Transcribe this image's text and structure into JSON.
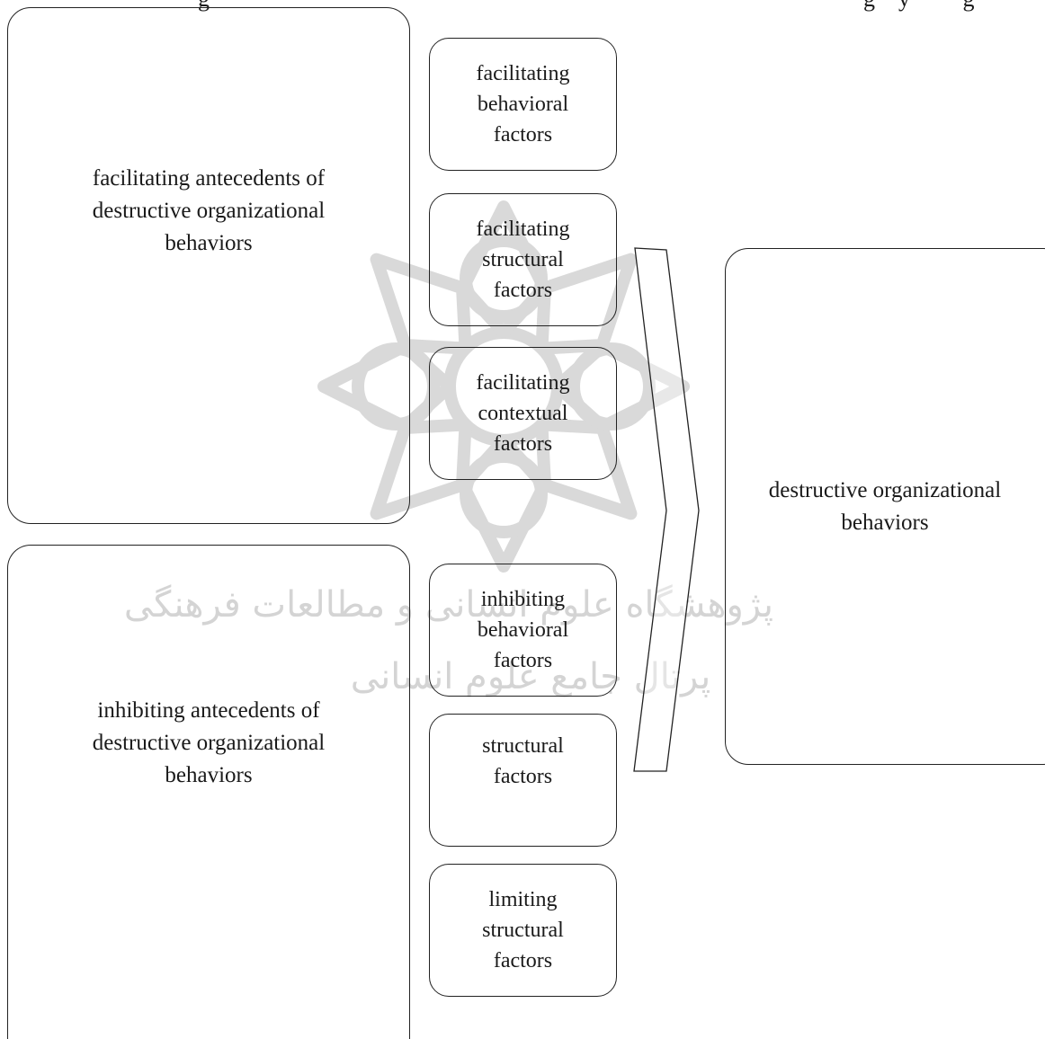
{
  "header_fragment": {
    "left": "g",
    "right": "g    y         g"
  },
  "antecedents": {
    "facilitating": "facilitating antecedents  of\ndestructive organizational\nbehaviors",
    "inhibiting": "inhibiting antecedents of\ndestructive organizational\nbehaviors"
  },
  "factors": [
    "facilitating\nbehavioral\nfactors",
    "facilitating\nstructural\nfactors",
    "facilitating\ncontextual\nfactors",
    "inhibiting\nbehavioral\nfactors",
    "structural\nfactors",
    "limiting\nstructural\nfactors"
  ],
  "outcome": "destructive organizational\nbehaviors",
  "colors": {
    "stroke": "#222222",
    "watermark": "#d9d9d9",
    "watermark_text": "#d4d4d4"
  },
  "watermark": {
    "icon": "rosette-logo-icon",
    "text_line1": "پژوهشگاه علوم انسانی و مطالعات فرهنگی",
    "text_line2": "پرتال جامع علوم انسانی"
  }
}
